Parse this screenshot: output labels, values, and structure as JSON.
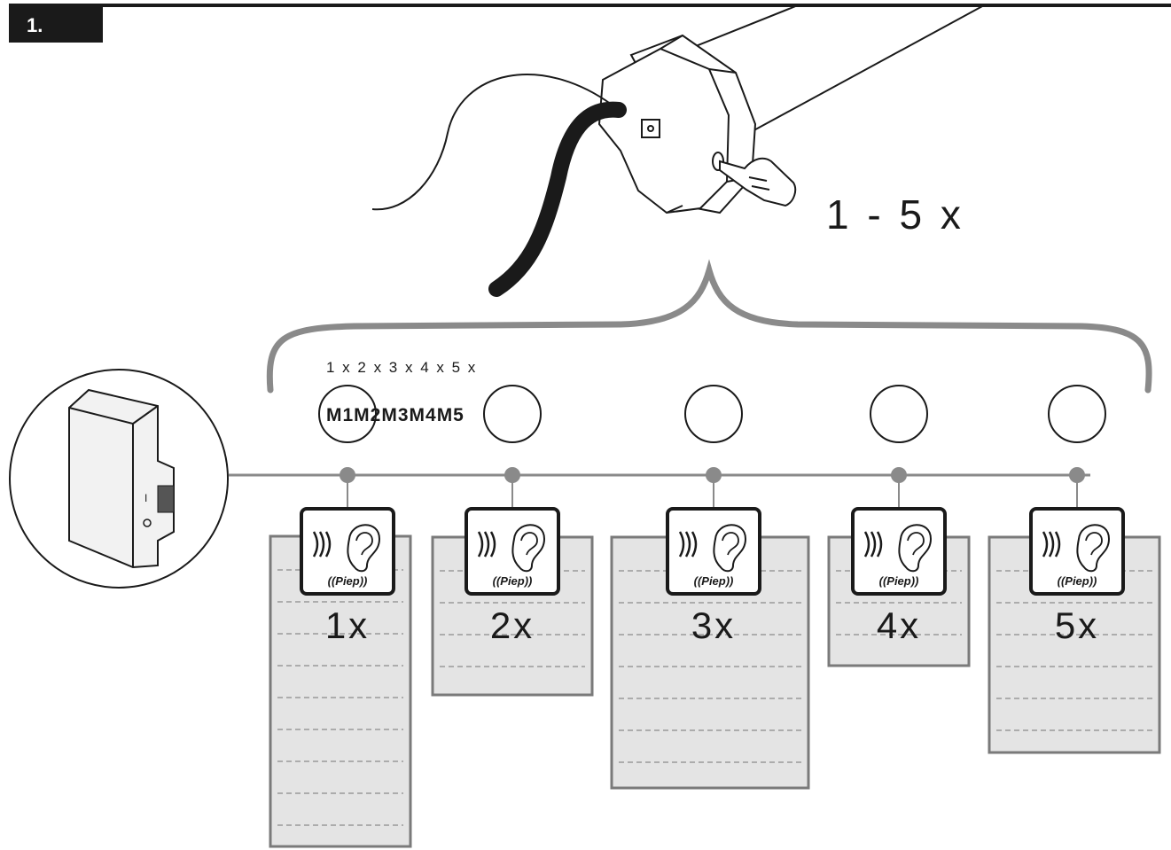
{
  "step": {
    "label": "1."
  },
  "press_count": "1 - 5 x",
  "small_counts": "1 x 2 x 3 x 4 x 5 x",
  "motor_labels": "M1M2M3M4M5",
  "beep_label": "((Piep))",
  "shutters": [
    {
      "count": "1x"
    },
    {
      "count": "2x"
    },
    {
      "count": "3x"
    },
    {
      "count": "4x"
    },
    {
      "count": "5x"
    }
  ],
  "colors": {
    "line": "#1a1a1a",
    "shutter_fill": "#e4e4e4",
    "shutter_border": "#7a7a7a",
    "bus_line": "#8a8a8a"
  }
}
